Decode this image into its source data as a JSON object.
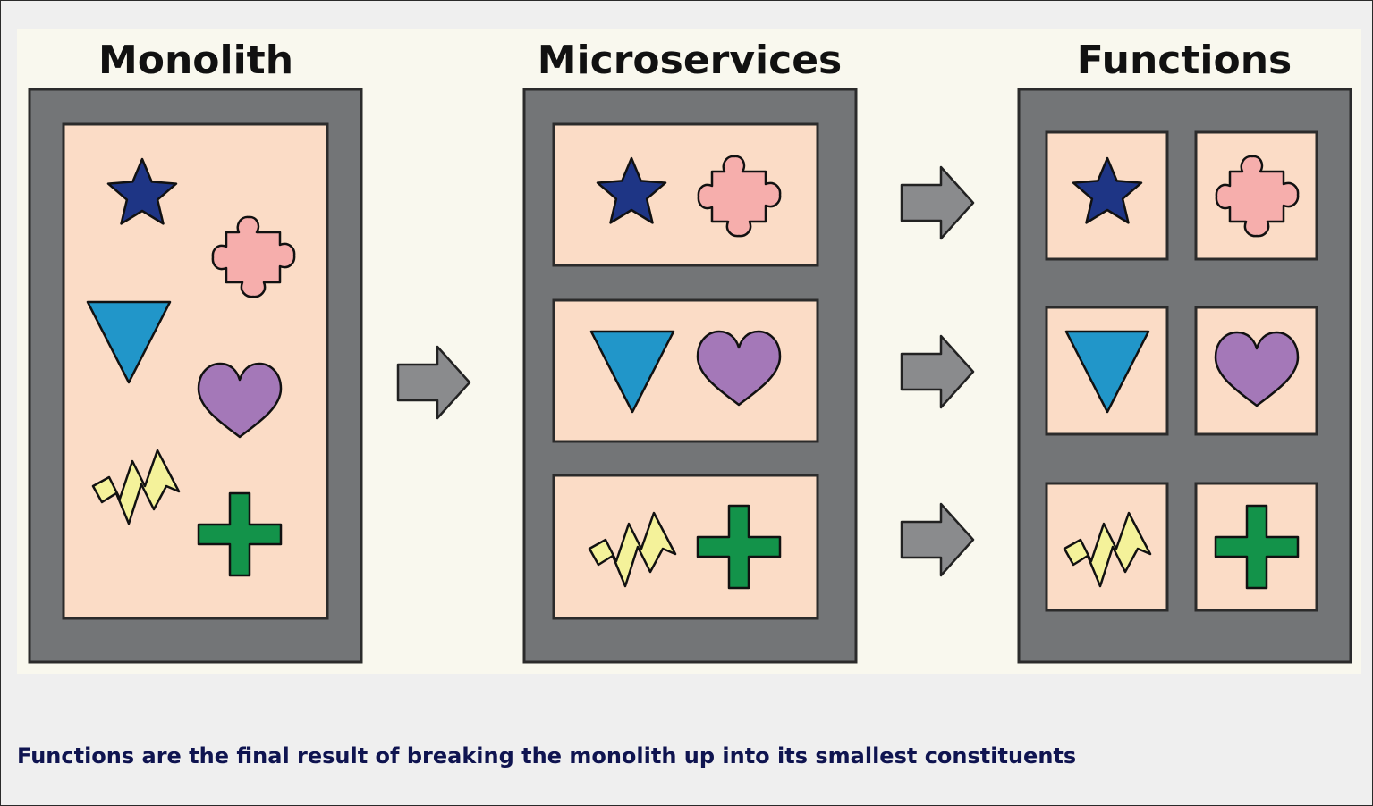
{
  "diagram": {
    "stages": [
      {
        "title": "Monolith"
      },
      {
        "title": "Microservices"
      },
      {
        "title": "Functions"
      }
    ],
    "shapes": [
      "star",
      "puzzle-piece",
      "triangle",
      "heart",
      "lightning-bolt",
      "plus"
    ],
    "colors": {
      "container": "#737577",
      "panel": "#fbdcc6",
      "arrow": "#8a8b8d",
      "star": "#1e3585",
      "puzzle": "#f6aeac",
      "triangle": "#2196c9",
      "heart": "#a478b8",
      "bolt": "#f4f29a",
      "plus": "#13934a"
    }
  },
  "caption": "Functions are the final result of breaking the monolith up into its smallest constituents"
}
